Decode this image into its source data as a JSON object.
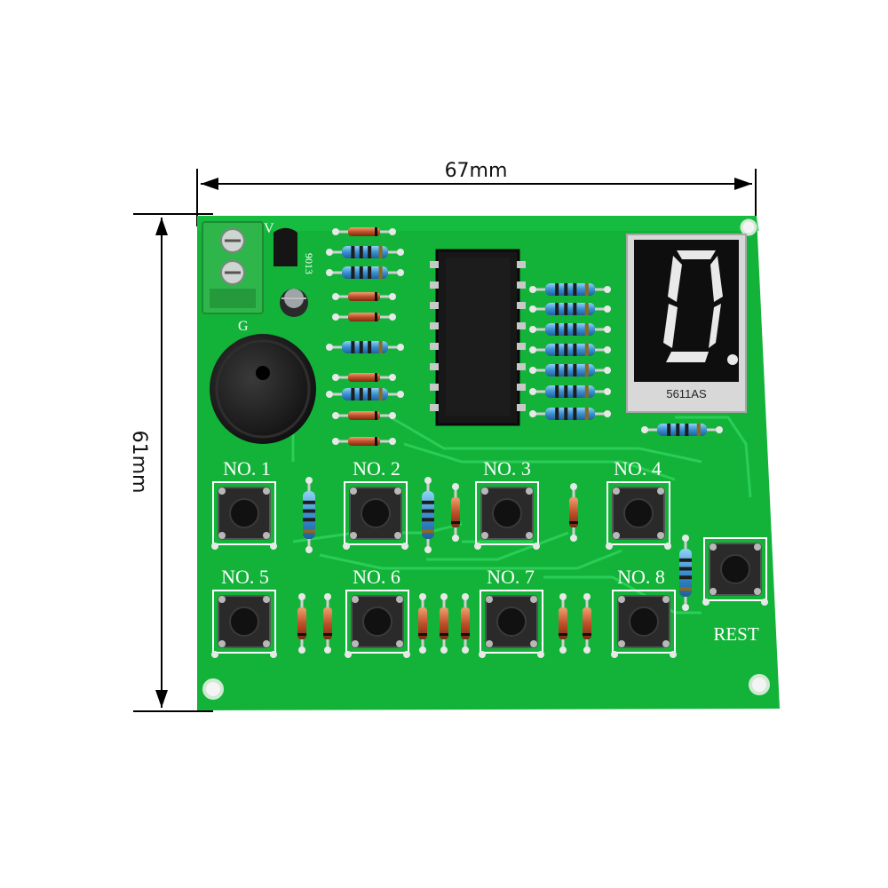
{
  "dimensions": {
    "width_label": "67mm",
    "height_label": "61mm"
  },
  "board": {
    "button_labels": [
      "NO. 1",
      "NO. 2",
      "NO. 3",
      "NO. 4",
      "NO. 5",
      "NO. 6",
      "NO. 7",
      "NO. 8"
    ],
    "reset_label": "REST",
    "transistor_label": "9013",
    "display_part_number": "5611AS",
    "display_digit": "0",
    "terminal_labels": [
      "V",
      "G"
    ],
    "colors": {
      "pcb": "#12b43a",
      "silkscreen": "#ffffff",
      "trace": "#2fd15a"
    }
  }
}
